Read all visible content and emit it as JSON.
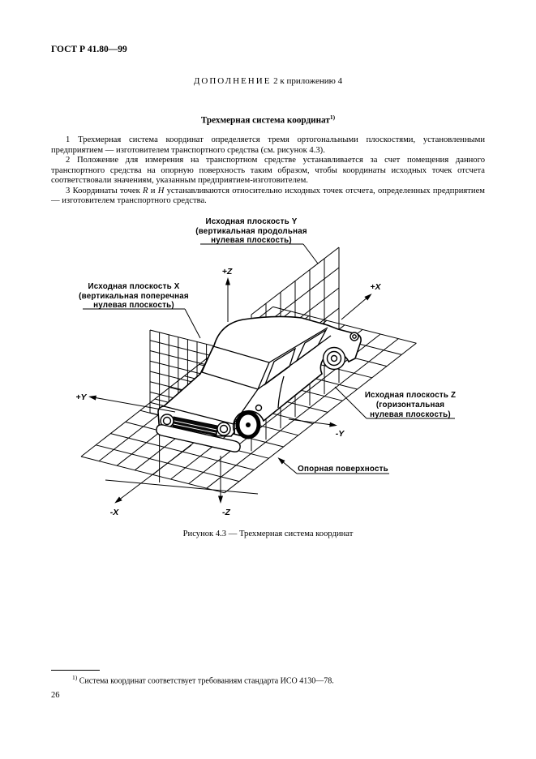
{
  "page": {
    "doc_code": "ГОСТ Р 41.80—99",
    "supplement": {
      "word": "ДОПОЛНЕНИЕ",
      "rest": "2 к приложению 4"
    },
    "title": {
      "text": "Трехмерная система координат",
      "footnote_ref": "1)"
    },
    "paragraphs": {
      "p1": "1 Трехмерная система координат определяется тремя ортогональными плоскостями, установленными предприятием — изготовителем транспортного средства (см. рисунок 4.3).",
      "p2": "2 Положение для измерения на транспортном средстве устанавливается за счет помещения данного транспортного средства на опорную поверхность таким образом, чтобы координаты исходных точек отсчета соответствовали значениям, указанным предприятием-изготовителем.",
      "p3": {
        "part1": "3 Координаты точек ",
        "var1": "R",
        "part2": " и ",
        "var2": "H",
        "part3": " устанавливаются относительно исходных точек отсчета, определенных предприятием — изготовителем транспортного средства."
      }
    },
    "figure": {
      "caption": "Рисунок 4.3 — Трехмерная система координат",
      "labels": {
        "plane_y": {
          "line1": "Исходная плоскость Y",
          "line2": "(вертикальная продольная",
          "line3": "нулевая плоскость)"
        },
        "plane_x": {
          "line1": "Исходная плоскость X",
          "line2": "(вертикальная поперечная",
          "line3": "нулевая плоскость)"
        },
        "plane_z": {
          "line1": "Исходная плоскость Z",
          "line2": "(горизонтальная",
          "line3": "нулевая плоскость)"
        },
        "support_surface": "Опорная поверхность"
      },
      "axes": {
        "plus_z": "+Z",
        "plus_x": "+X",
        "plus_y": "+Y",
        "minus_y": "-Y",
        "minus_x": "-X",
        "minus_z": "-Z"
      }
    },
    "footnote": {
      "ref": "1)",
      "text": " Система координат соответствует требованиям стандарта ИСО 4130—78."
    },
    "page_number": "26",
    "colors": {
      "ink": "#000000",
      "paper": "#ffffff"
    }
  }
}
